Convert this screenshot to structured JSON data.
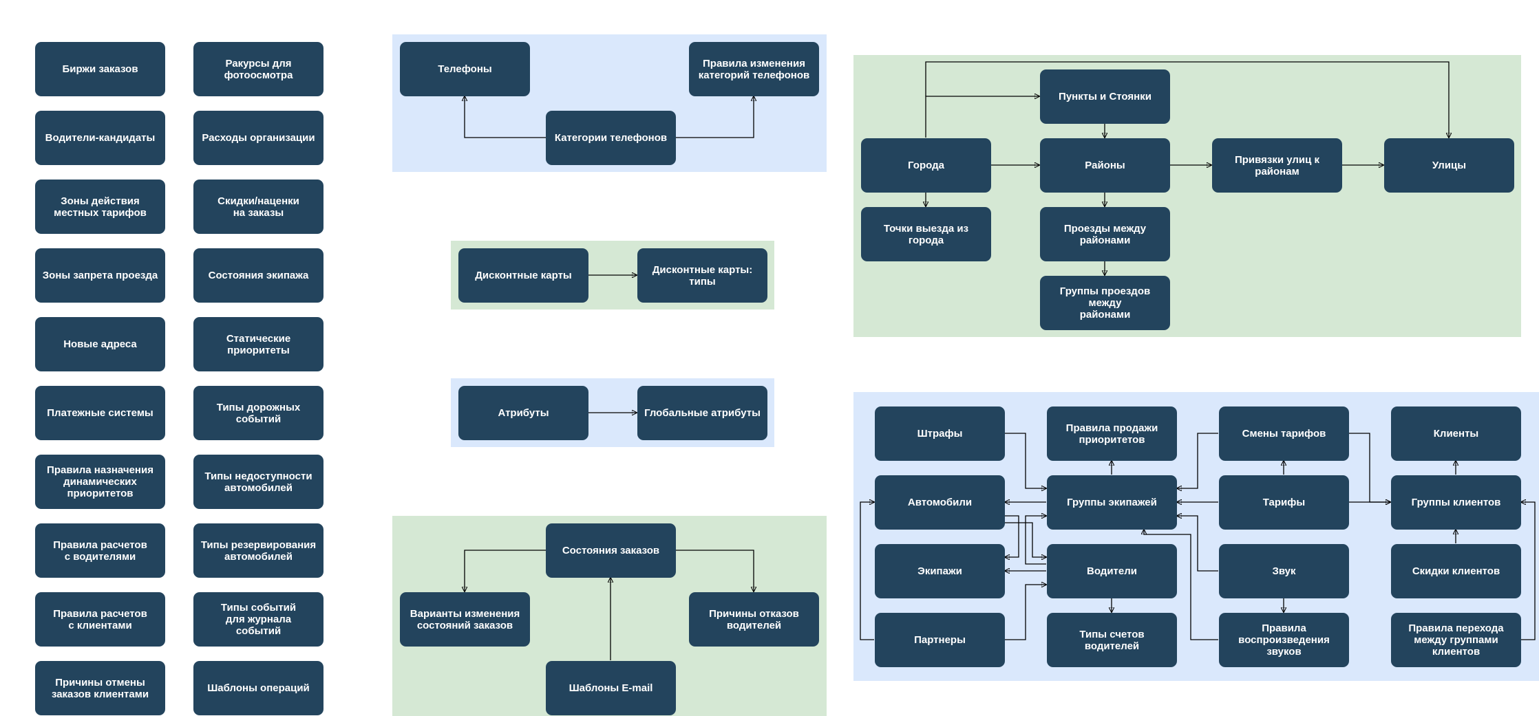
{
  "standalone": [
    "Биржи заказов",
    "Ракурсы для\nфотоосмотра",
    "Водители-кандидаты",
    "Расходы организации",
    "Зоны действия\nместных тарифов",
    "Скидки/наценки\nна заказы",
    "Зоны запрета проезда",
    "Состояния экипажа",
    "Новые адреса",
    "Статические\nприоритеты",
    "Платежные системы",
    "Типы дорожных\nсобытий",
    "Правила назначения\nдинамических\nприоритетов",
    "Типы недоступности\nавтомобилей",
    "Правила расчетов\nс водителями",
    "Типы резервирования\nавтомобилей",
    "Правила расчетов\nс клиентами",
    "Типы событий\nдля журнала\nсобытий",
    "Причины отмены\nзаказов клиентами",
    "Шаблоны операций"
  ],
  "phones": {
    "phones": "Телефоны",
    "phone_rules": "Правила изменения\nкатегорий телефонов",
    "phone_categories": "Категории телефонов"
  },
  "discount": {
    "cards": "Дисконтные карты",
    "card_types": "Дисконтные карты:\nтипы"
  },
  "attributes": {
    "attrs": "Атрибуты",
    "global_attrs": "Глобальные атрибуты"
  },
  "orders": {
    "order_states": "Состояния заказов",
    "state_change": "Варианты изменения\nсостояний заказов",
    "refusal": "Причины отказов\nводителей",
    "email": "Шаблоны E-mail"
  },
  "geo": {
    "points": "Пункты и Стоянки",
    "cities": "Города",
    "districts": "Районы",
    "street_links": "Привязки улиц к\nрайонам",
    "streets": "Улицы",
    "exit_points": "Точки выезда из города",
    "passages": "Проезды между\nрайонами",
    "passage_groups": "Группы проездов между\nрайонами"
  },
  "fleet": {
    "fines": "Штрафы",
    "priority_rules": "Правила продажи\nприоритетов",
    "tariff_shifts": "Смены тарифов",
    "clients": "Клиенты",
    "cars": "Автомобили",
    "crew_groups": "Группы экипажей",
    "tariffs": "Тарифы",
    "client_groups": "Группы клиентов",
    "crews": "Экипажи",
    "drivers": "Водители",
    "sound": "Звук",
    "client_discounts": "Скидки клиентов",
    "partners": "Партнеры",
    "driver_accounts": "Типы счетов водителей",
    "sound_rules": "Правила\nвоспроизведения\nзвуков",
    "group_transition": "Правила перехода\nмежду группами\nклиентов"
  },
  "colors": {
    "node_fill": "#23445d",
    "node_text": "#ffffff",
    "group_blue": "#dae8fc",
    "group_green": "#d5e8d4",
    "edge": "#000000"
  }
}
